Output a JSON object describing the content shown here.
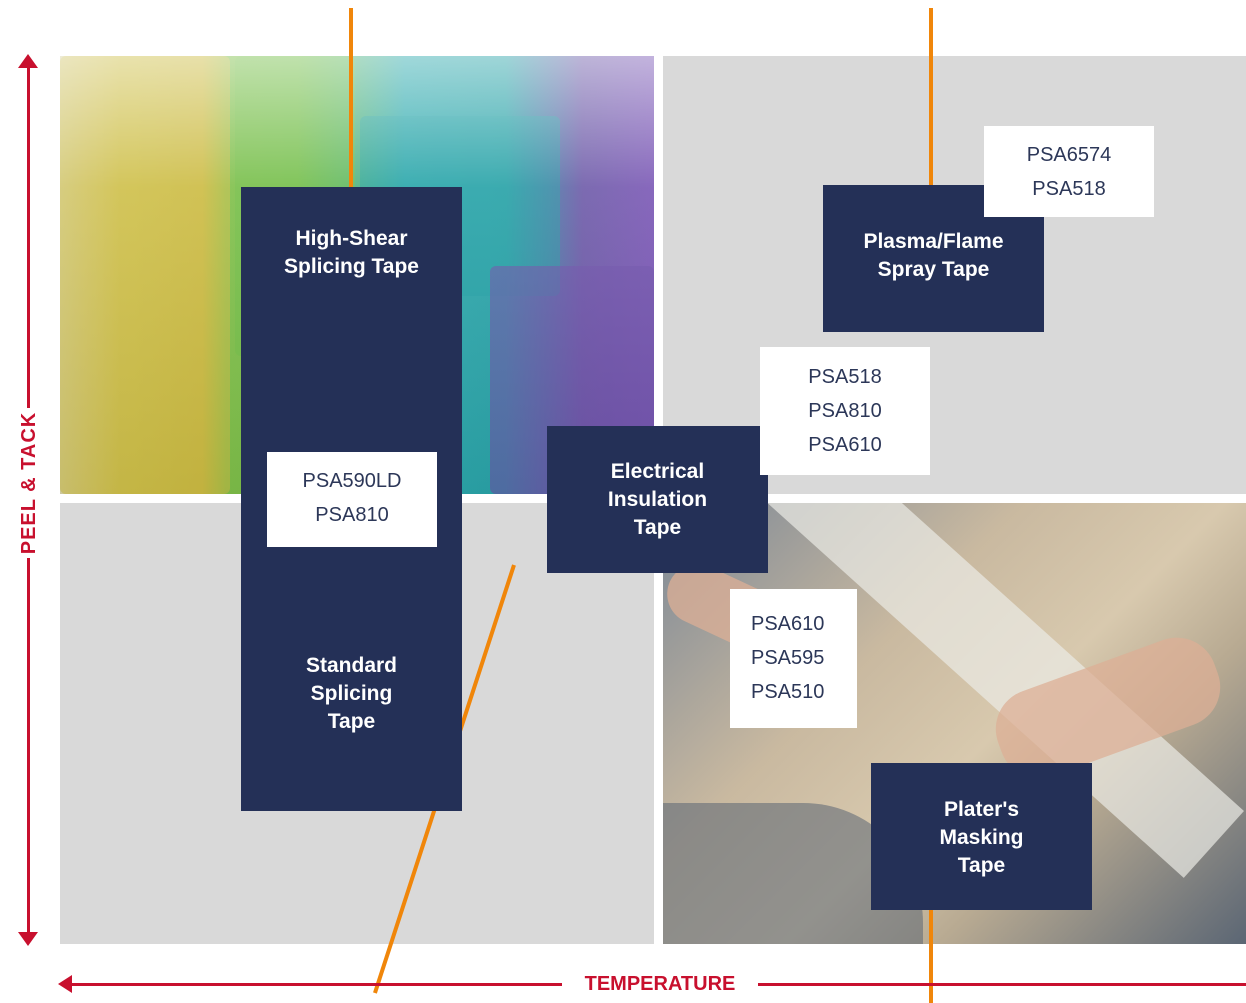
{
  "axes": {
    "y_label": "PEEL & TACK",
    "x_label": "TEMPERATURE"
  },
  "tapes": {
    "high_shear": [
      "High-Shear",
      "Splicing Tape"
    ],
    "standard": [
      "Standard",
      "Splicing",
      "Tape"
    ],
    "plasma": [
      "Plasma/Flame",
      "Spray Tape"
    ],
    "electrical": [
      "Electrical",
      "Insulation",
      "Tape"
    ],
    "platers": [
      "Plater's",
      "Masking",
      "Tape"
    ]
  },
  "products": {
    "splicing": [
      "PSA590LD",
      "PSA810"
    ],
    "plasma": [
      "PSA6574",
      "PSA518"
    ],
    "electrical": [
      "PSA518",
      "PSA810",
      "PSA610"
    ],
    "platers": [
      "PSA610",
      "PSA595",
      "PSA510"
    ]
  },
  "colors": {
    "navy": "#243057",
    "accent_orange": "#f0860a",
    "axis_red": "#c8102e",
    "panel_gray": "#d9d9d9"
  }
}
